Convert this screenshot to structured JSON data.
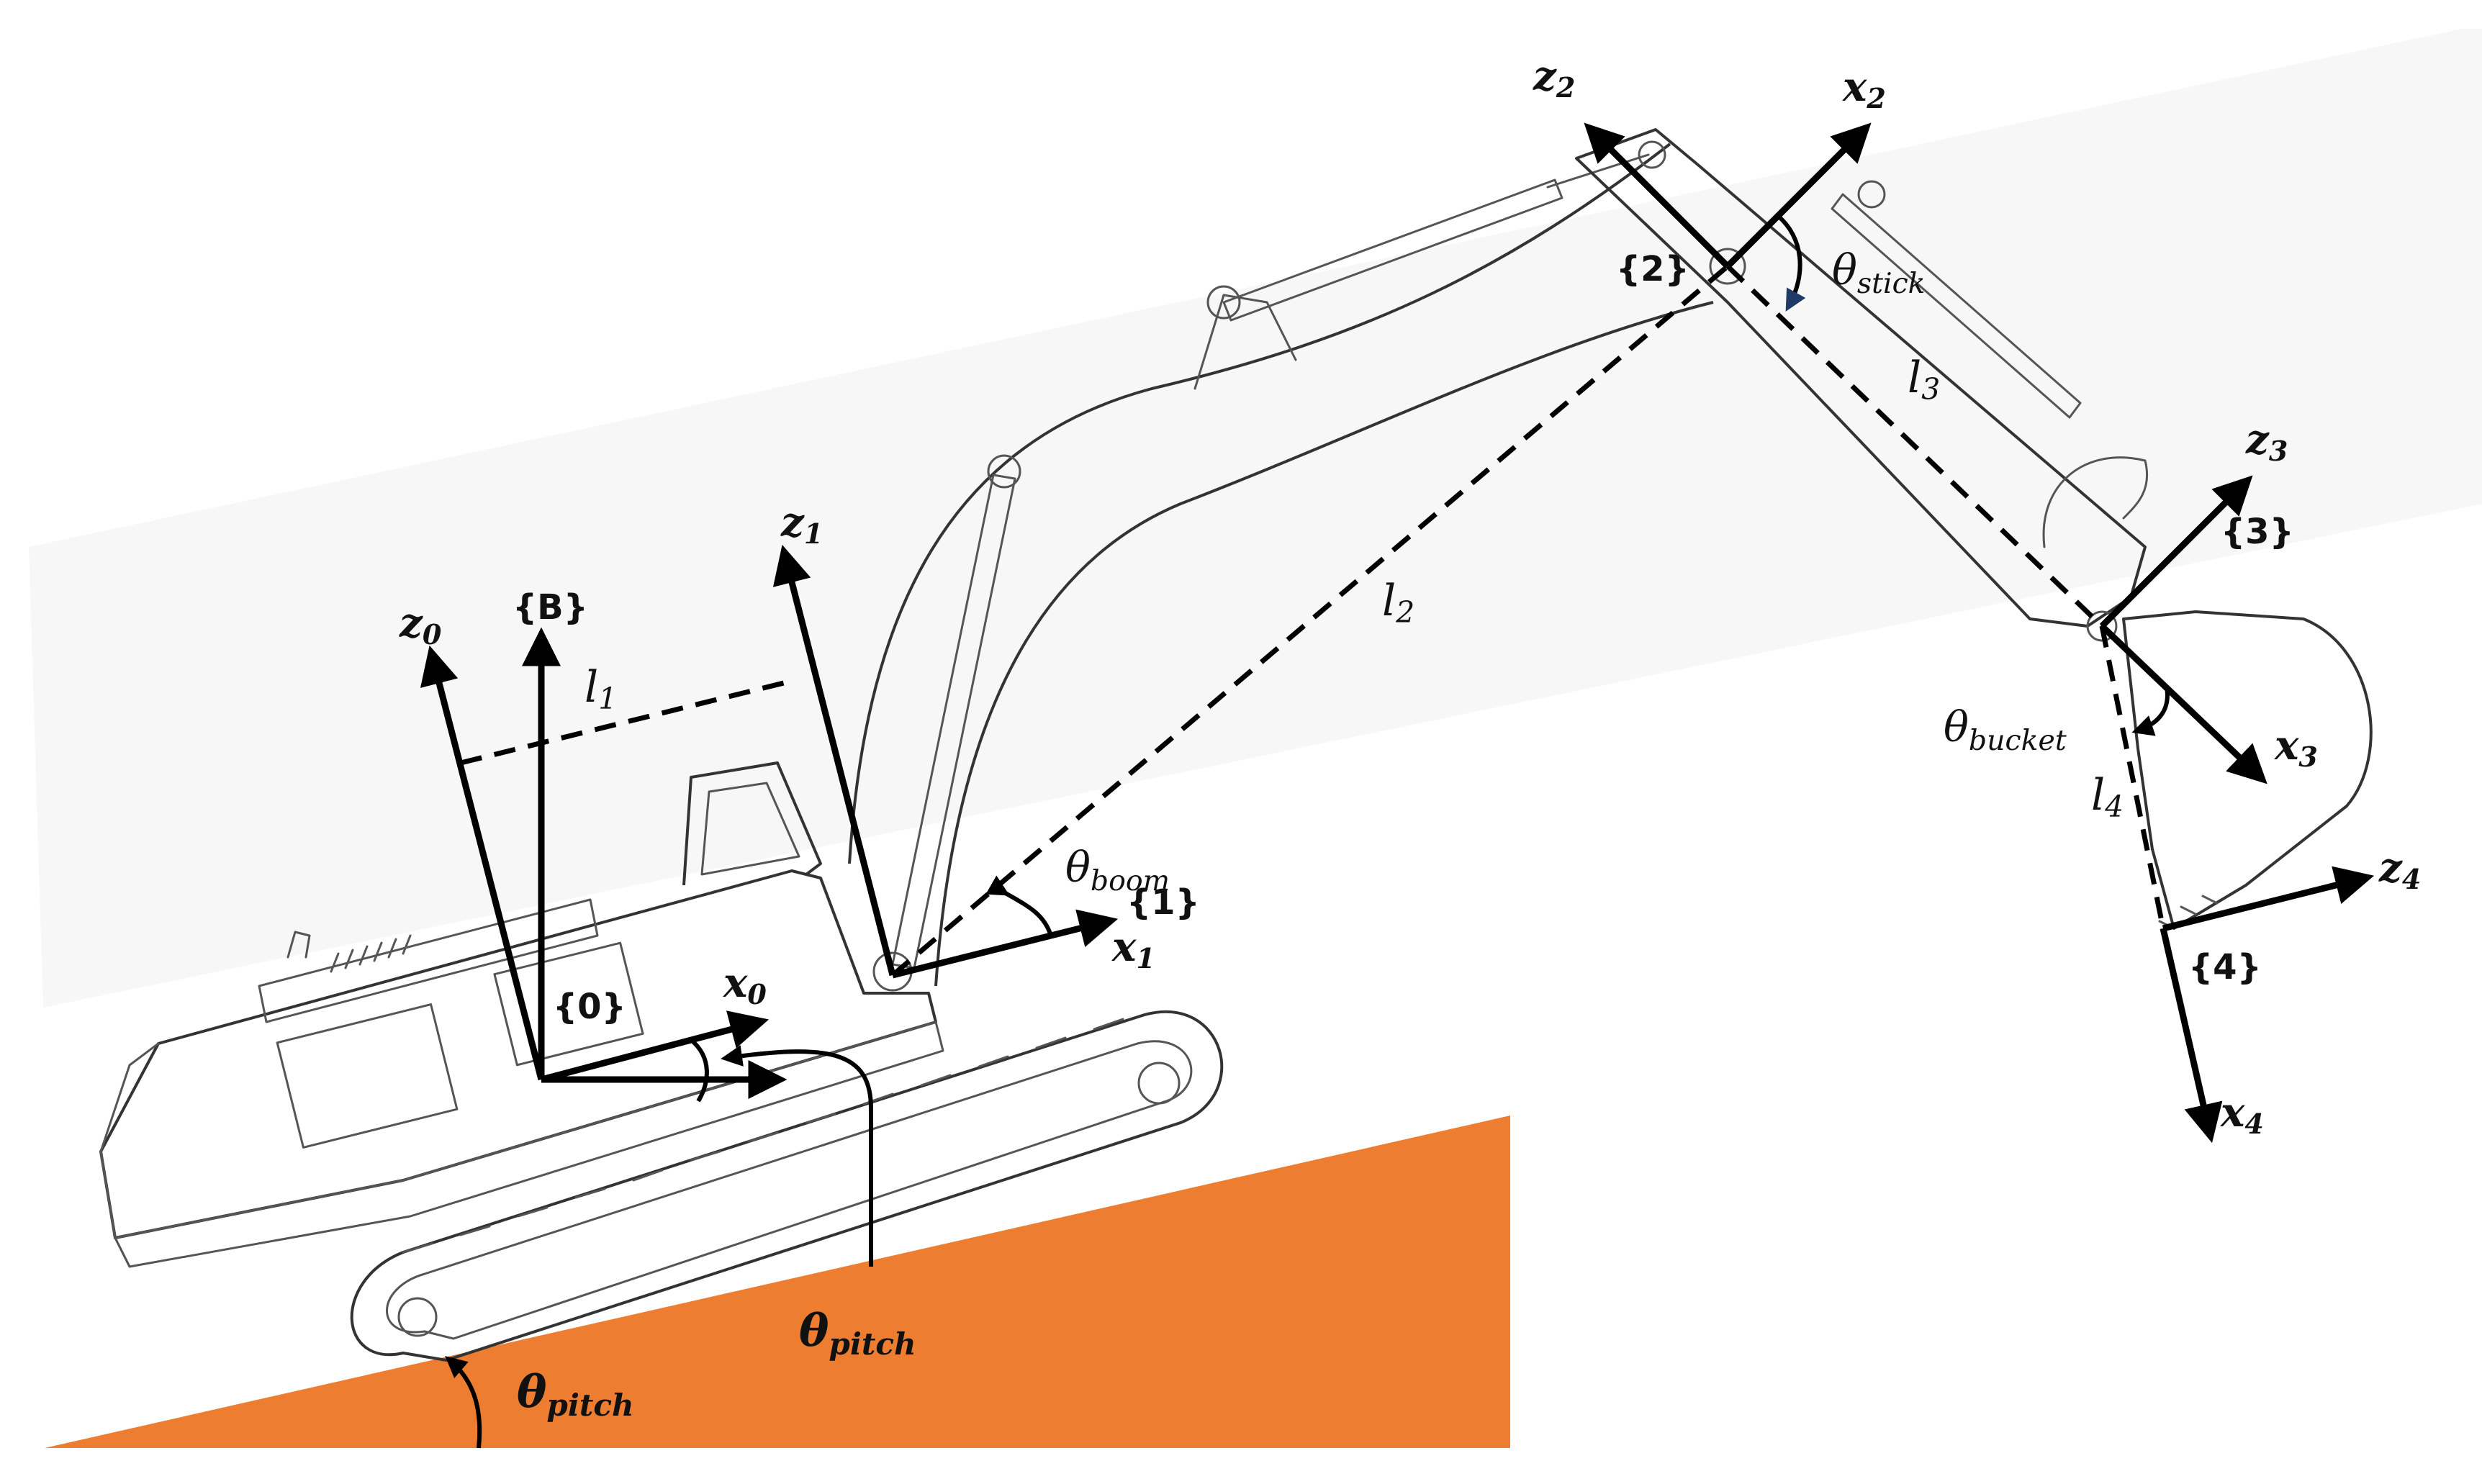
{
  "frames": {
    "base": "{B}",
    "f0": "{0}",
    "f1": "{1}",
    "f2": "{2}",
    "f3": "{3}",
    "f4": "{4}"
  },
  "axes": {
    "z0": {
      "main": "z",
      "sub": "0"
    },
    "x0": {
      "main": "x",
      "sub": "0"
    },
    "z1": {
      "main": "z",
      "sub": "1"
    },
    "x1": {
      "main": "x",
      "sub": "1"
    },
    "z2": {
      "main": "z",
      "sub": "2"
    },
    "x2": {
      "main": "x",
      "sub": "2"
    },
    "z3": {
      "main": "z",
      "sub": "3"
    },
    "x3": {
      "main": "x",
      "sub": "3"
    },
    "z4": {
      "main": "z",
      "sub": "4"
    },
    "x4": {
      "main": "x",
      "sub": "4"
    }
  },
  "links": {
    "l1": {
      "main": "l",
      "sub": "1"
    },
    "l2": {
      "main": "l",
      "sub": "2"
    },
    "l3": {
      "main": "l",
      "sub": "3"
    },
    "l4": {
      "main": "l",
      "sub": "4"
    }
  },
  "angles": {
    "boom": {
      "main": "θ",
      "sub": "boom"
    },
    "stick": {
      "main": "θ",
      "sub": "stick"
    },
    "bucket": {
      "main": "θ",
      "sub": "bucket"
    },
    "pitch_body": {
      "main": "θ",
      "sub": "pitch"
    },
    "pitch_ground": {
      "main": "θ",
      "sub": "pitch"
    }
  },
  "colors": {
    "ground": "#ED7D31",
    "axes": "#000000",
    "machine_outline": "#555555"
  }
}
